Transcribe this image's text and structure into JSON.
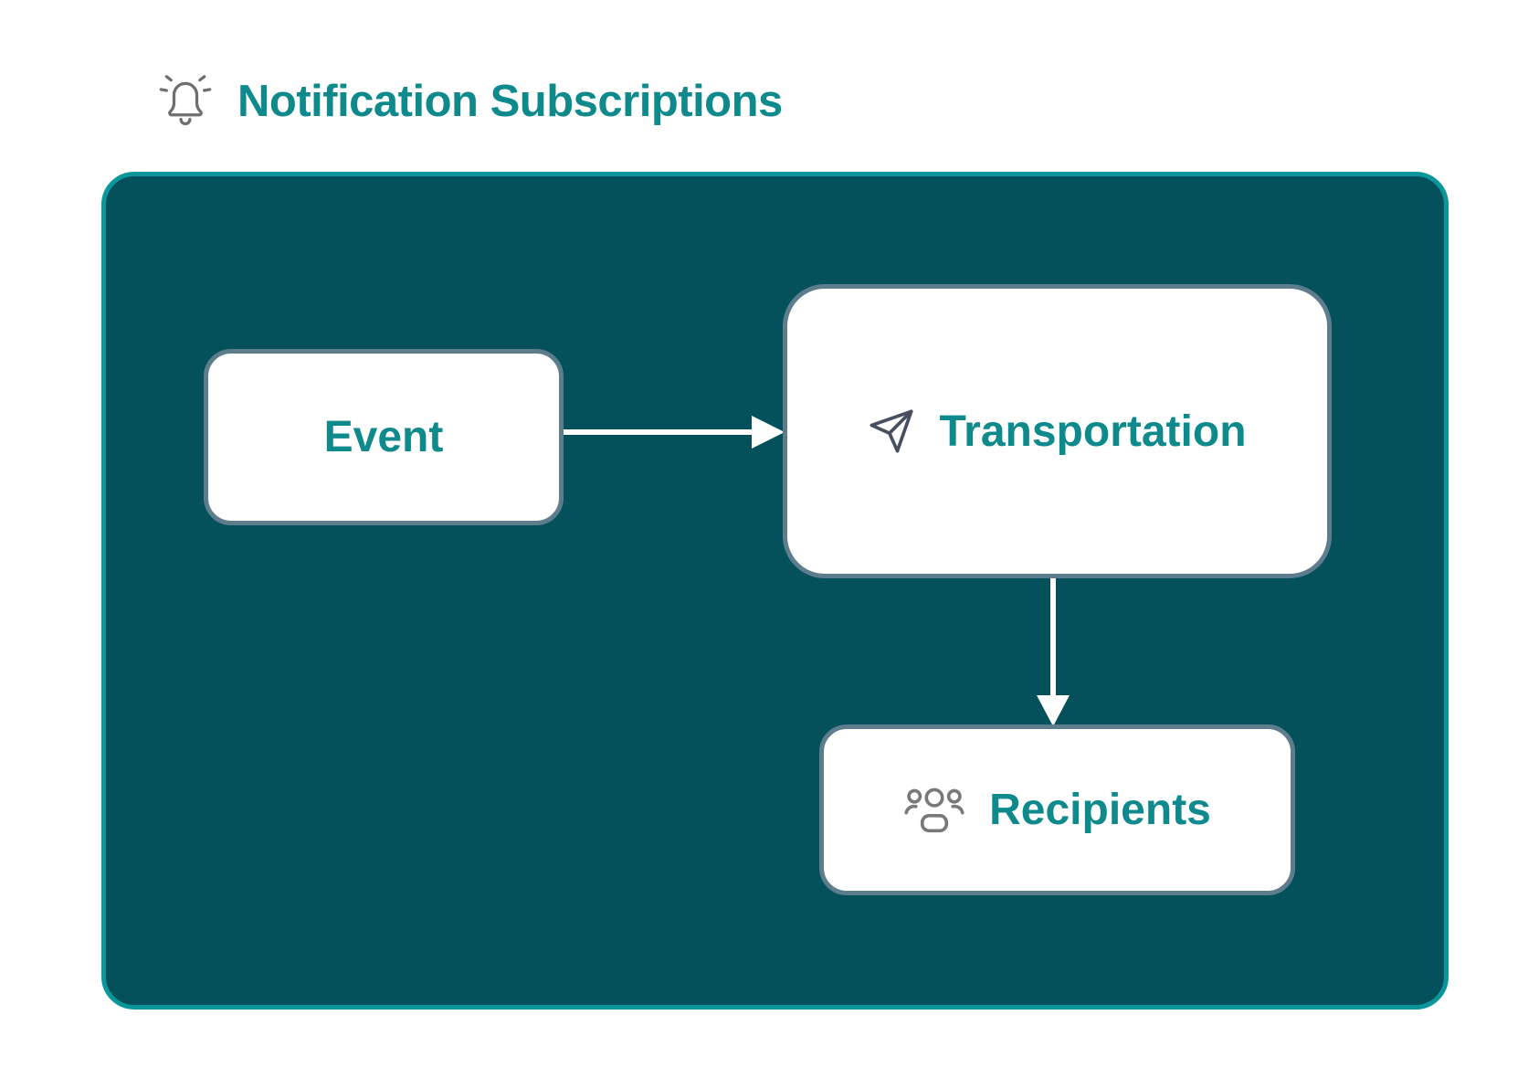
{
  "header": {
    "icon": "bell-ring-icon",
    "title": "Notification Subscriptions"
  },
  "theme": {
    "accent_teal": "#0E8A8C",
    "container_fill": "#05515B",
    "container_border": "#0B969B",
    "node_border": "#5D7D8D",
    "node_fill": "#FFFFFF",
    "arrow_white": "#FFFFFF",
    "icon_gray": "#6F6F6F",
    "plane_icon_color": "#475061",
    "people_icon_color": "#787878",
    "page_bg": "#FFFFFF"
  },
  "diagram": {
    "nodes": [
      {
        "id": "event",
        "label": "Event"
      },
      {
        "id": "transportation",
        "label": "Transportation",
        "icon": "paper-plane-icon"
      },
      {
        "id": "recipients",
        "label": "Recipients",
        "icon": "people-group-icon"
      }
    ],
    "edges": [
      {
        "from": "event",
        "to": "transportation",
        "direction": "right"
      },
      {
        "from": "transportation",
        "to": "recipients",
        "direction": "down"
      }
    ]
  }
}
